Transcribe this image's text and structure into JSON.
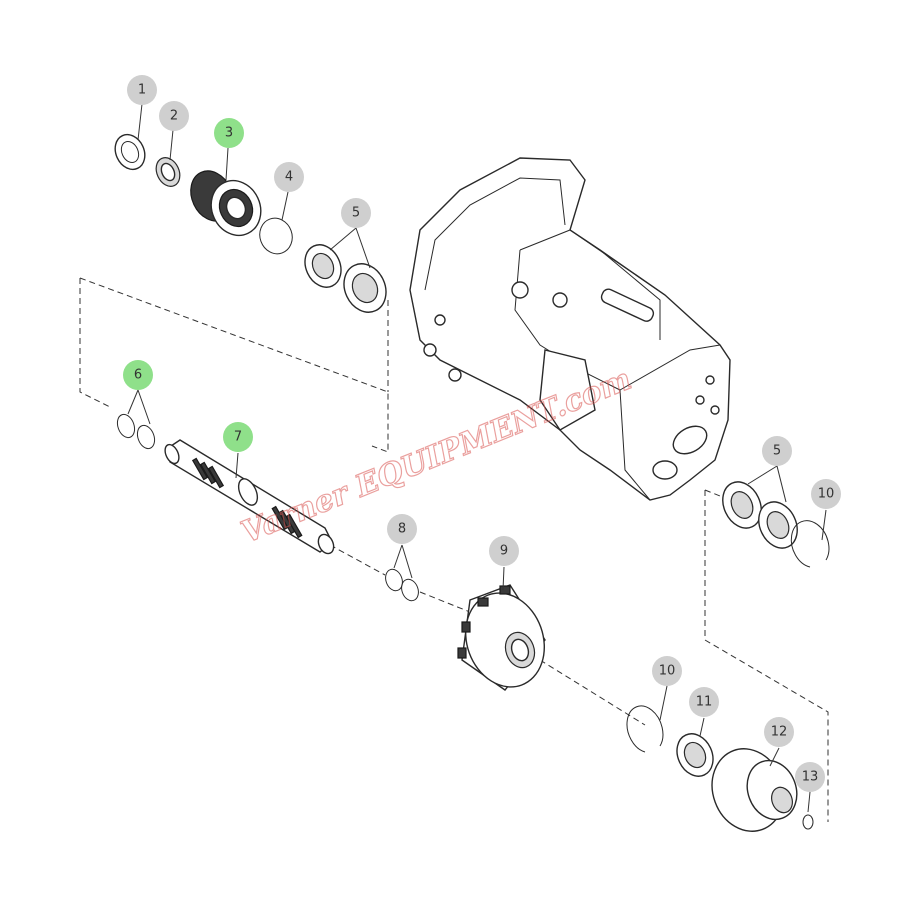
{
  "callouts": [
    {
      "id": "c1",
      "label": "1",
      "color": "#cfcfcf"
    },
    {
      "id": "c2",
      "label": "2",
      "color": "#cfcfcf"
    },
    {
      "id": "c3",
      "label": "3",
      "color": "#8fe08a"
    },
    {
      "id": "c4",
      "label": "4",
      "color": "#cfcfcf"
    },
    {
      "id": "c5a",
      "label": "5",
      "color": "#cfcfcf"
    },
    {
      "id": "c6",
      "label": "6",
      "color": "#8fe08a"
    },
    {
      "id": "c7",
      "label": "7",
      "color": "#8fe08a"
    },
    {
      "id": "c8",
      "label": "8",
      "color": "#cfcfcf"
    },
    {
      "id": "c9",
      "label": "9",
      "color": "#cfcfcf"
    },
    {
      "id": "c5b",
      "label": "5",
      "color": "#cfcfcf"
    },
    {
      "id": "c10a",
      "label": "10",
      "color": "#cfcfcf"
    },
    {
      "id": "c10b",
      "label": "10",
      "color": "#cfcfcf"
    },
    {
      "id": "c11",
      "label": "11",
      "color": "#cfcfcf"
    },
    {
      "id": "c12",
      "label": "12",
      "color": "#cfcfcf"
    },
    {
      "id": "c13",
      "label": "13",
      "color": "#cfcfcf"
    }
  ],
  "watermark": {
    "text": "Varner EQUIPMENT.com",
    "color": "#d9534f"
  }
}
